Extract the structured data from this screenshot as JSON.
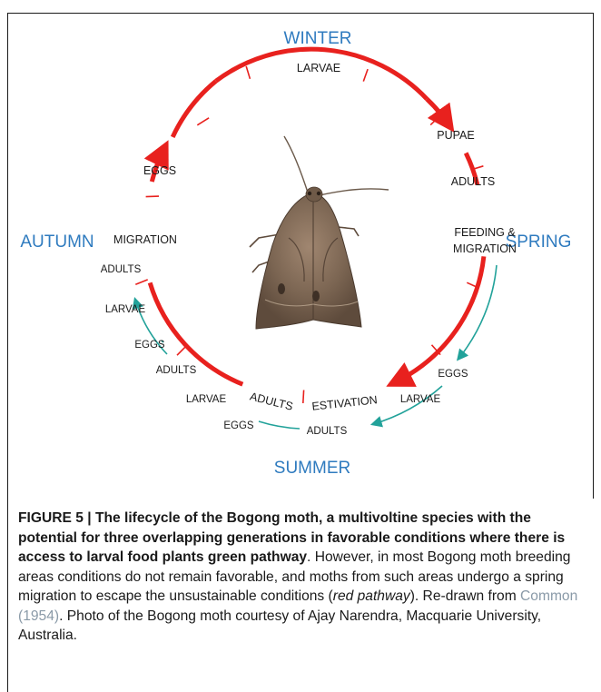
{
  "seasons": {
    "winter": "WINTER",
    "spring": "SPRING",
    "summer": "SUMMER",
    "autumn": "AUTUMN"
  },
  "red_pathway_labels": {
    "larvae": "LARVAE",
    "pupae": "PUPAE",
    "adults": "ADULTS",
    "feeding_line1": "FEEDING &",
    "feeding_line2": "MIGRATION",
    "estivation": "ESTIVATION",
    "adults_summer": "ADULTS",
    "migration": "MIGRATION",
    "eggs": "EGGS"
  },
  "green_pathway_labels": {
    "eggs_right": "EGGS",
    "larvae_right": "LARVAE",
    "adults_bottom": "ADULTS",
    "eggs_bottom": "EGGS",
    "larvae_bottom": "LARVAE",
    "adults_left": "ADULTS",
    "eggs_left": "EGGS",
    "larvae_left": "LARVAE",
    "adults_upper_left": "ADULTS"
  },
  "colors": {
    "red_pathway": "#e8211e",
    "green_pathway": "#22a29a",
    "season_label": "#2f7bbf"
  },
  "caption": {
    "bold_text": "FIGURE 5 | The lifecycle of the Bogong moth, a multivoltine species with the potential for three overlapping generations in favorable conditions where there is access to larval food plants green pathway",
    "bold_end": ".",
    "text_1": " However, in most Bogong moth breeding areas conditions do not remain favorable, and moths from such areas undergo a spring migration to escape the unsustainable conditions (",
    "italic_text": "red pathway",
    "text_2": "). Re-drawn from ",
    "link_text": "Common (1954)",
    "text_3": ". Photo of the Bogong moth courtesy of Ajay Narendra, Macquarie University, Australia."
  }
}
